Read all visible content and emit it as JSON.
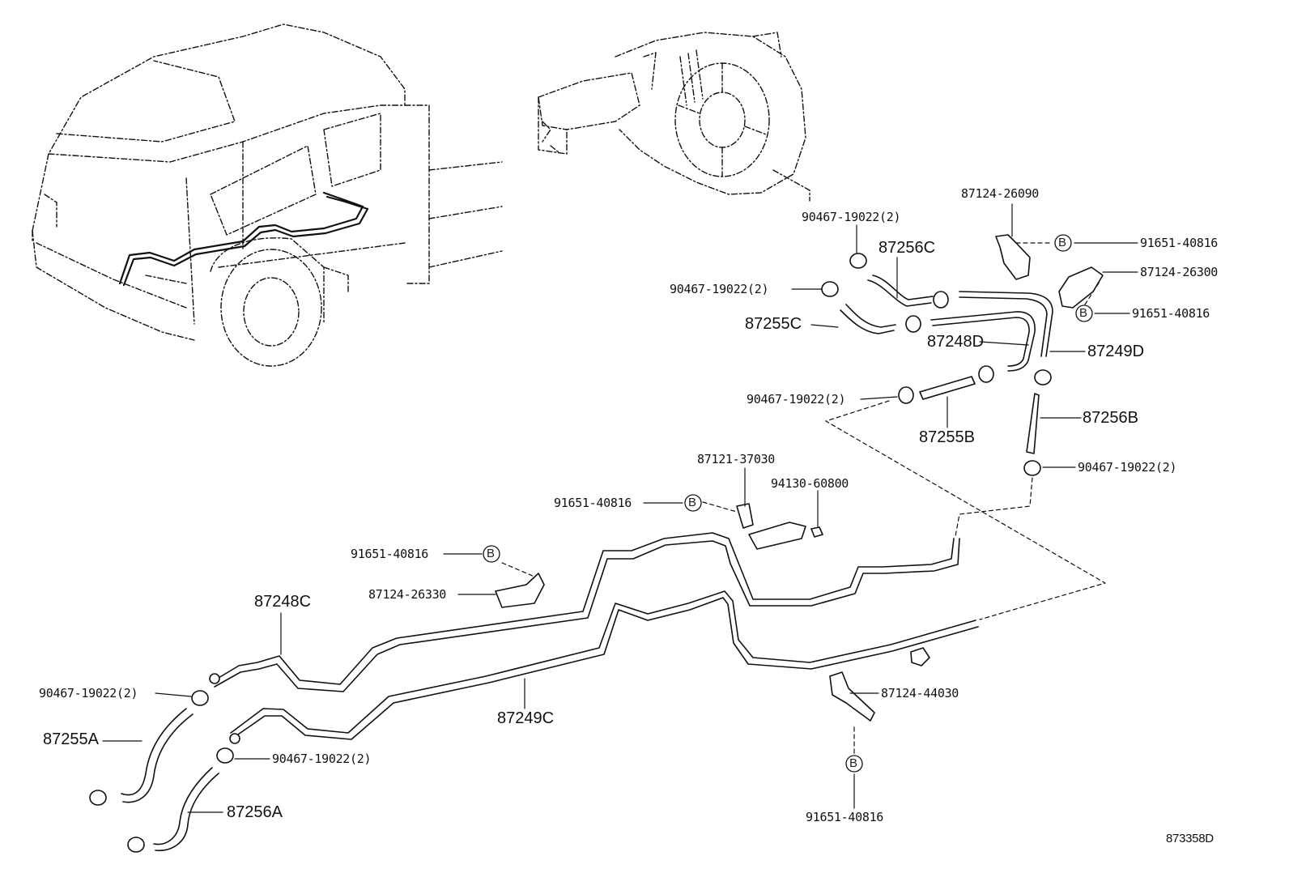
{
  "diagram_id": "873358D",
  "bolt_symbol": "B",
  "parts": {
    "p87124_26090": "87124-26090",
    "p90467_top": "90467-19022(2)",
    "p87256C": "87256C",
    "p91651_a": "91651-40816",
    "p87124_26300": "87124-26300",
    "p90467_mid": "90467-19022(2)",
    "p91651_b": "91651-40816",
    "p87255C": "87255C",
    "p87248D": "87248D",
    "p87249D": "87249D",
    "p90467_c": "90467-19022(2)",
    "p87256B": "87256B",
    "p87255B": "87255B",
    "p87121": "87121-37030",
    "p90467_d": "90467-19022(2)",
    "p91651_c": "91651-40816",
    "p94130": "94130-60800",
    "p91651_d": "91651-40816",
    "p87124_26330": "87124-26330",
    "p87248C": "87248C",
    "p90467_e": "90467-19022(2)",
    "p87255A": "87255A",
    "p87249C": "87249C",
    "p87124_44030": "87124-44030",
    "p90467_f": "90467-19022(2)",
    "p87256A": "87256A",
    "p91651_e": "91651-40816"
  }
}
